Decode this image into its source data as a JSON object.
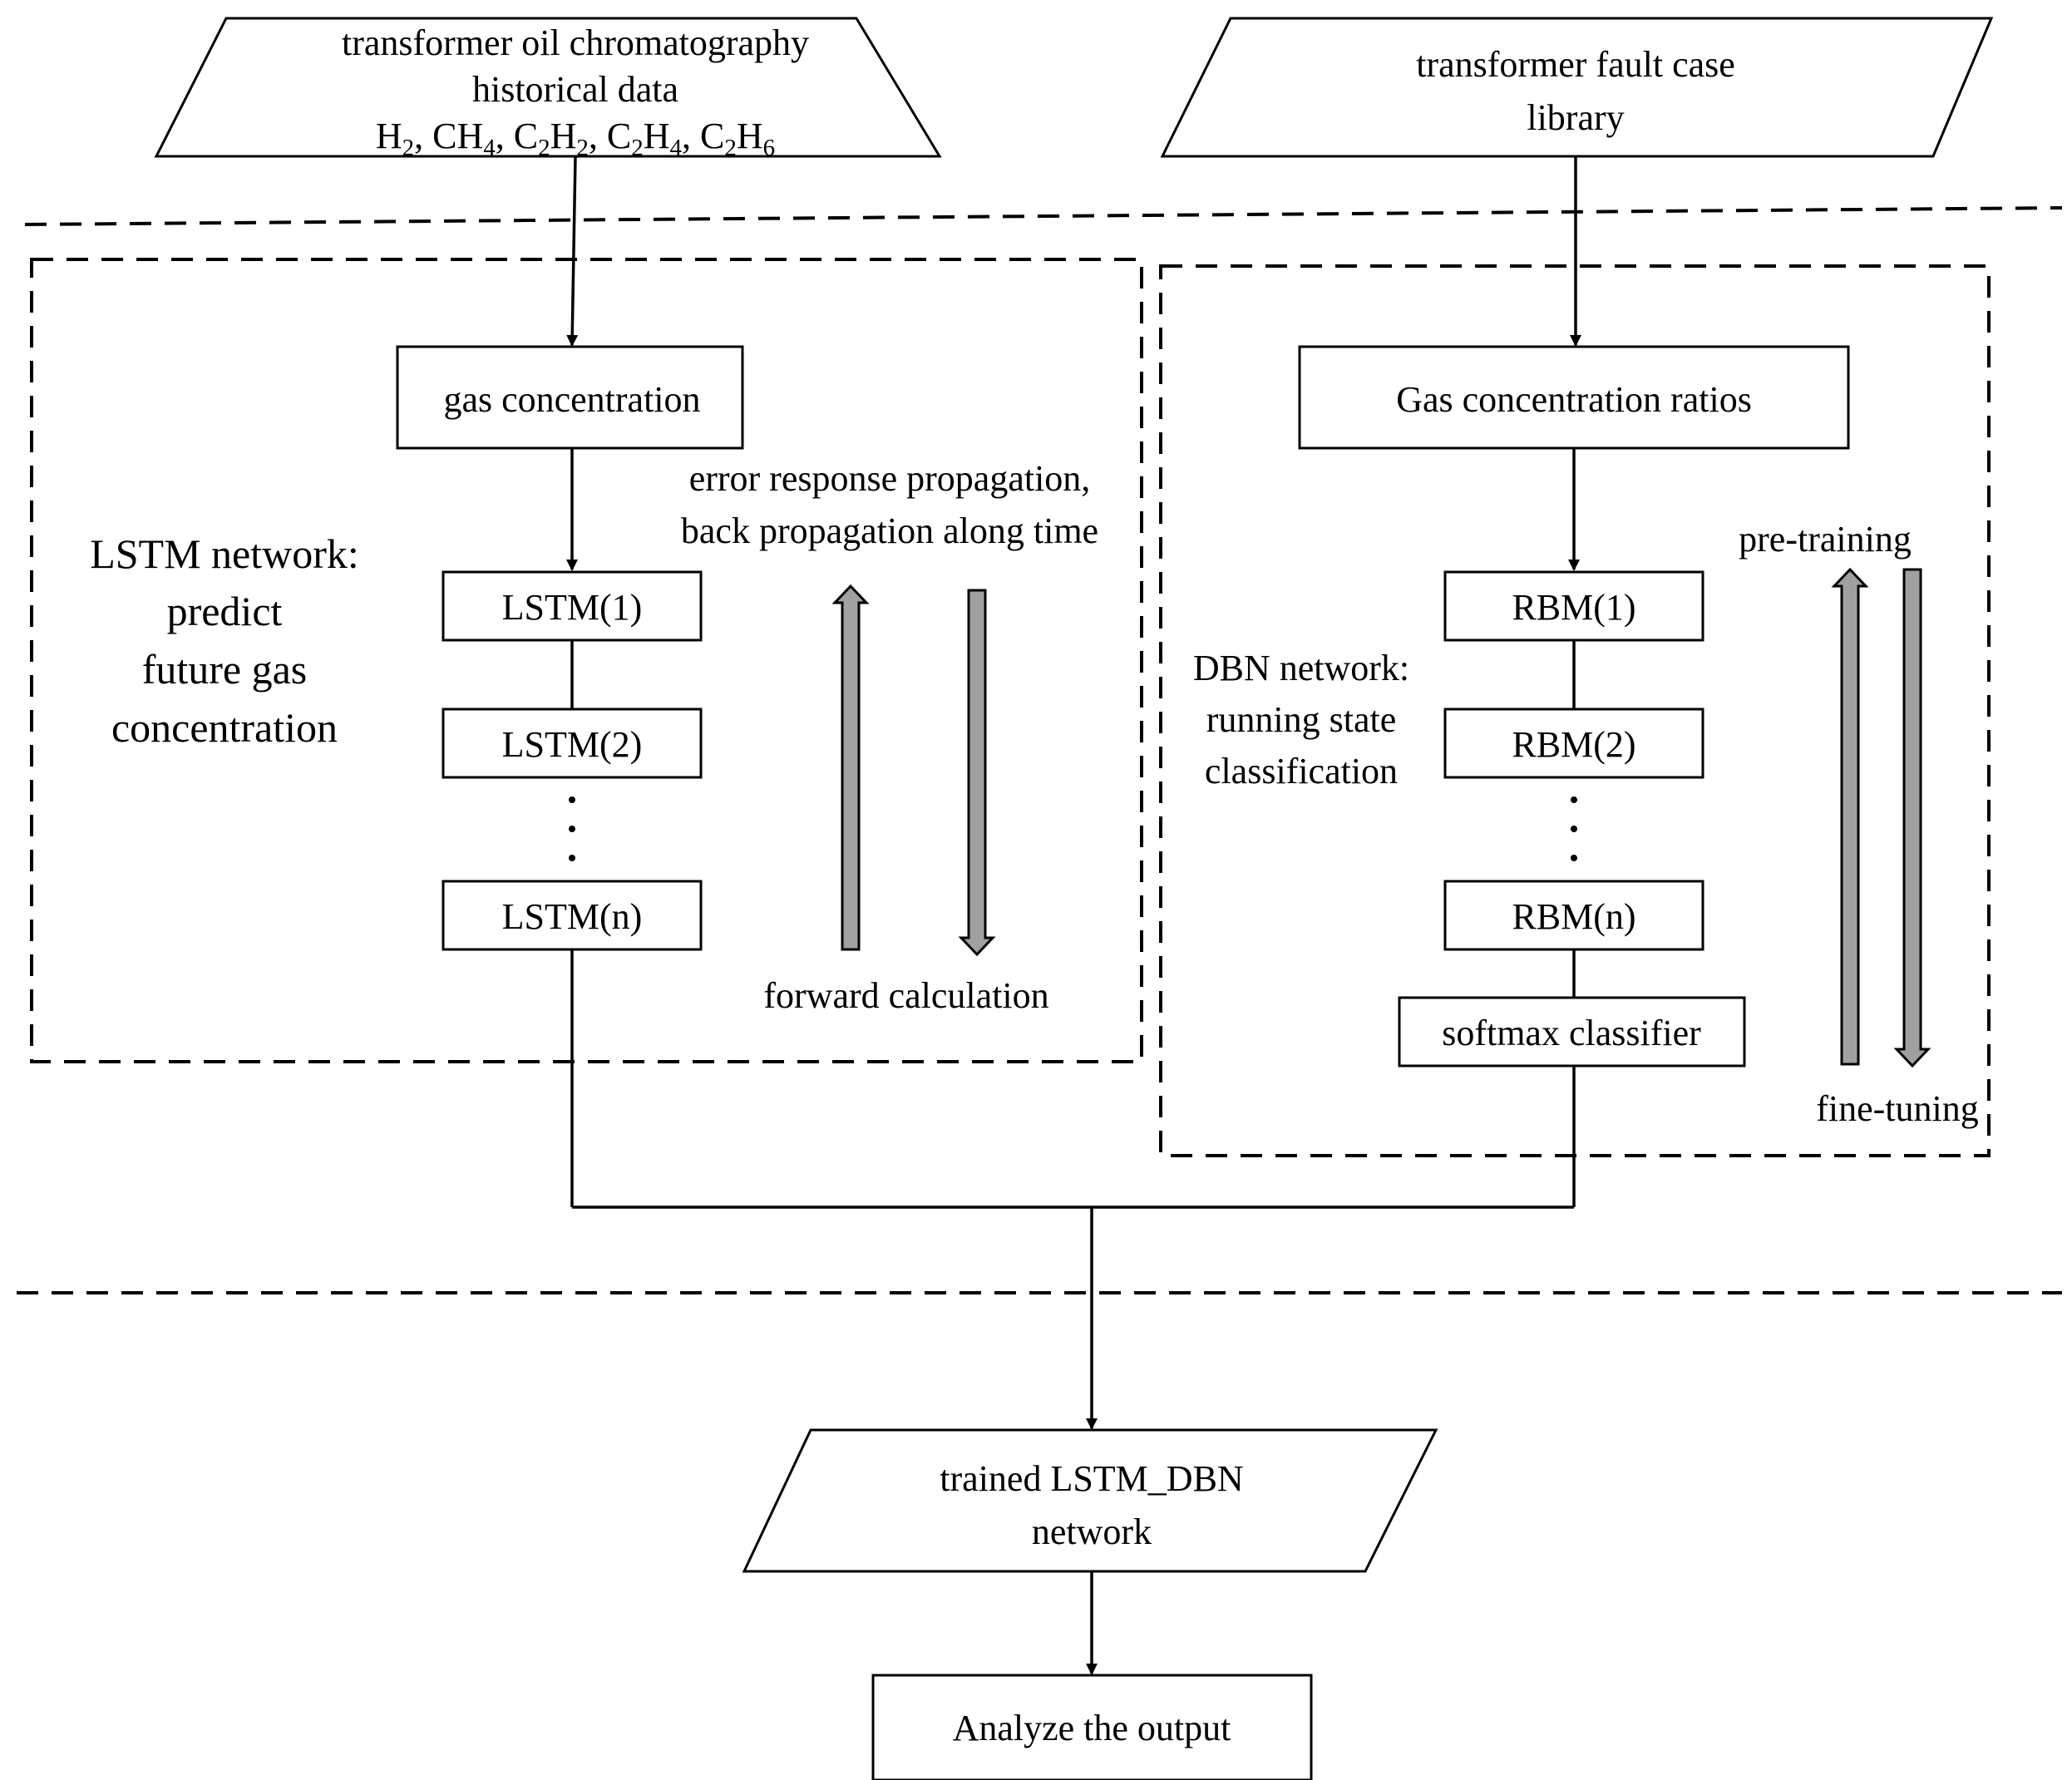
{
  "inputs": {
    "left_lines": [
      "transformer oil chromatography",
      "historical data"
    ],
    "gases": [
      {
        "base": "H",
        "sub": "2"
      },
      {
        "base": "CH",
        "sub": "4"
      },
      {
        "base": "C",
        "sub": "2",
        "base2": "H",
        "sub2": "2"
      },
      {
        "base": "C",
        "sub": "2",
        "base2": "H",
        "sub2": "4"
      },
      {
        "base": "C",
        "sub": "2",
        "base2": "H",
        "sub2": "6"
      }
    ],
    "right_lines": [
      "transformer fault case",
      "library"
    ]
  },
  "lstm": {
    "input_box": "gas concentration",
    "layers": [
      "LSTM(1)",
      "LSTM(2)",
      "LSTM(n)"
    ],
    "label_lines": [
      "LSTM network:",
      "predict",
      "future gas",
      "concentration"
    ],
    "backprop_lines": [
      "error response propagation,",
      "back propagation along time"
    ],
    "forward_label": "forward calculation"
  },
  "dbn": {
    "input_box": "Gas concentration ratios",
    "layers": [
      "RBM(1)",
      "RBM(2)",
      "RBM(n)"
    ],
    "classifier": "softmax classifier",
    "label_lines": [
      "DBN network:",
      "running state",
      "classification"
    ],
    "pretrain_label": "pre-training",
    "finetune_label": "fine-tuning"
  },
  "output": {
    "trained_lines": [
      "trained LSTM_DBN",
      "network"
    ],
    "analyze_box": "Analyze the output"
  },
  "colors": {
    "stroke": "#000000",
    "arrow_fill": "#a0a0a0",
    "background": "#ffffff"
  }
}
